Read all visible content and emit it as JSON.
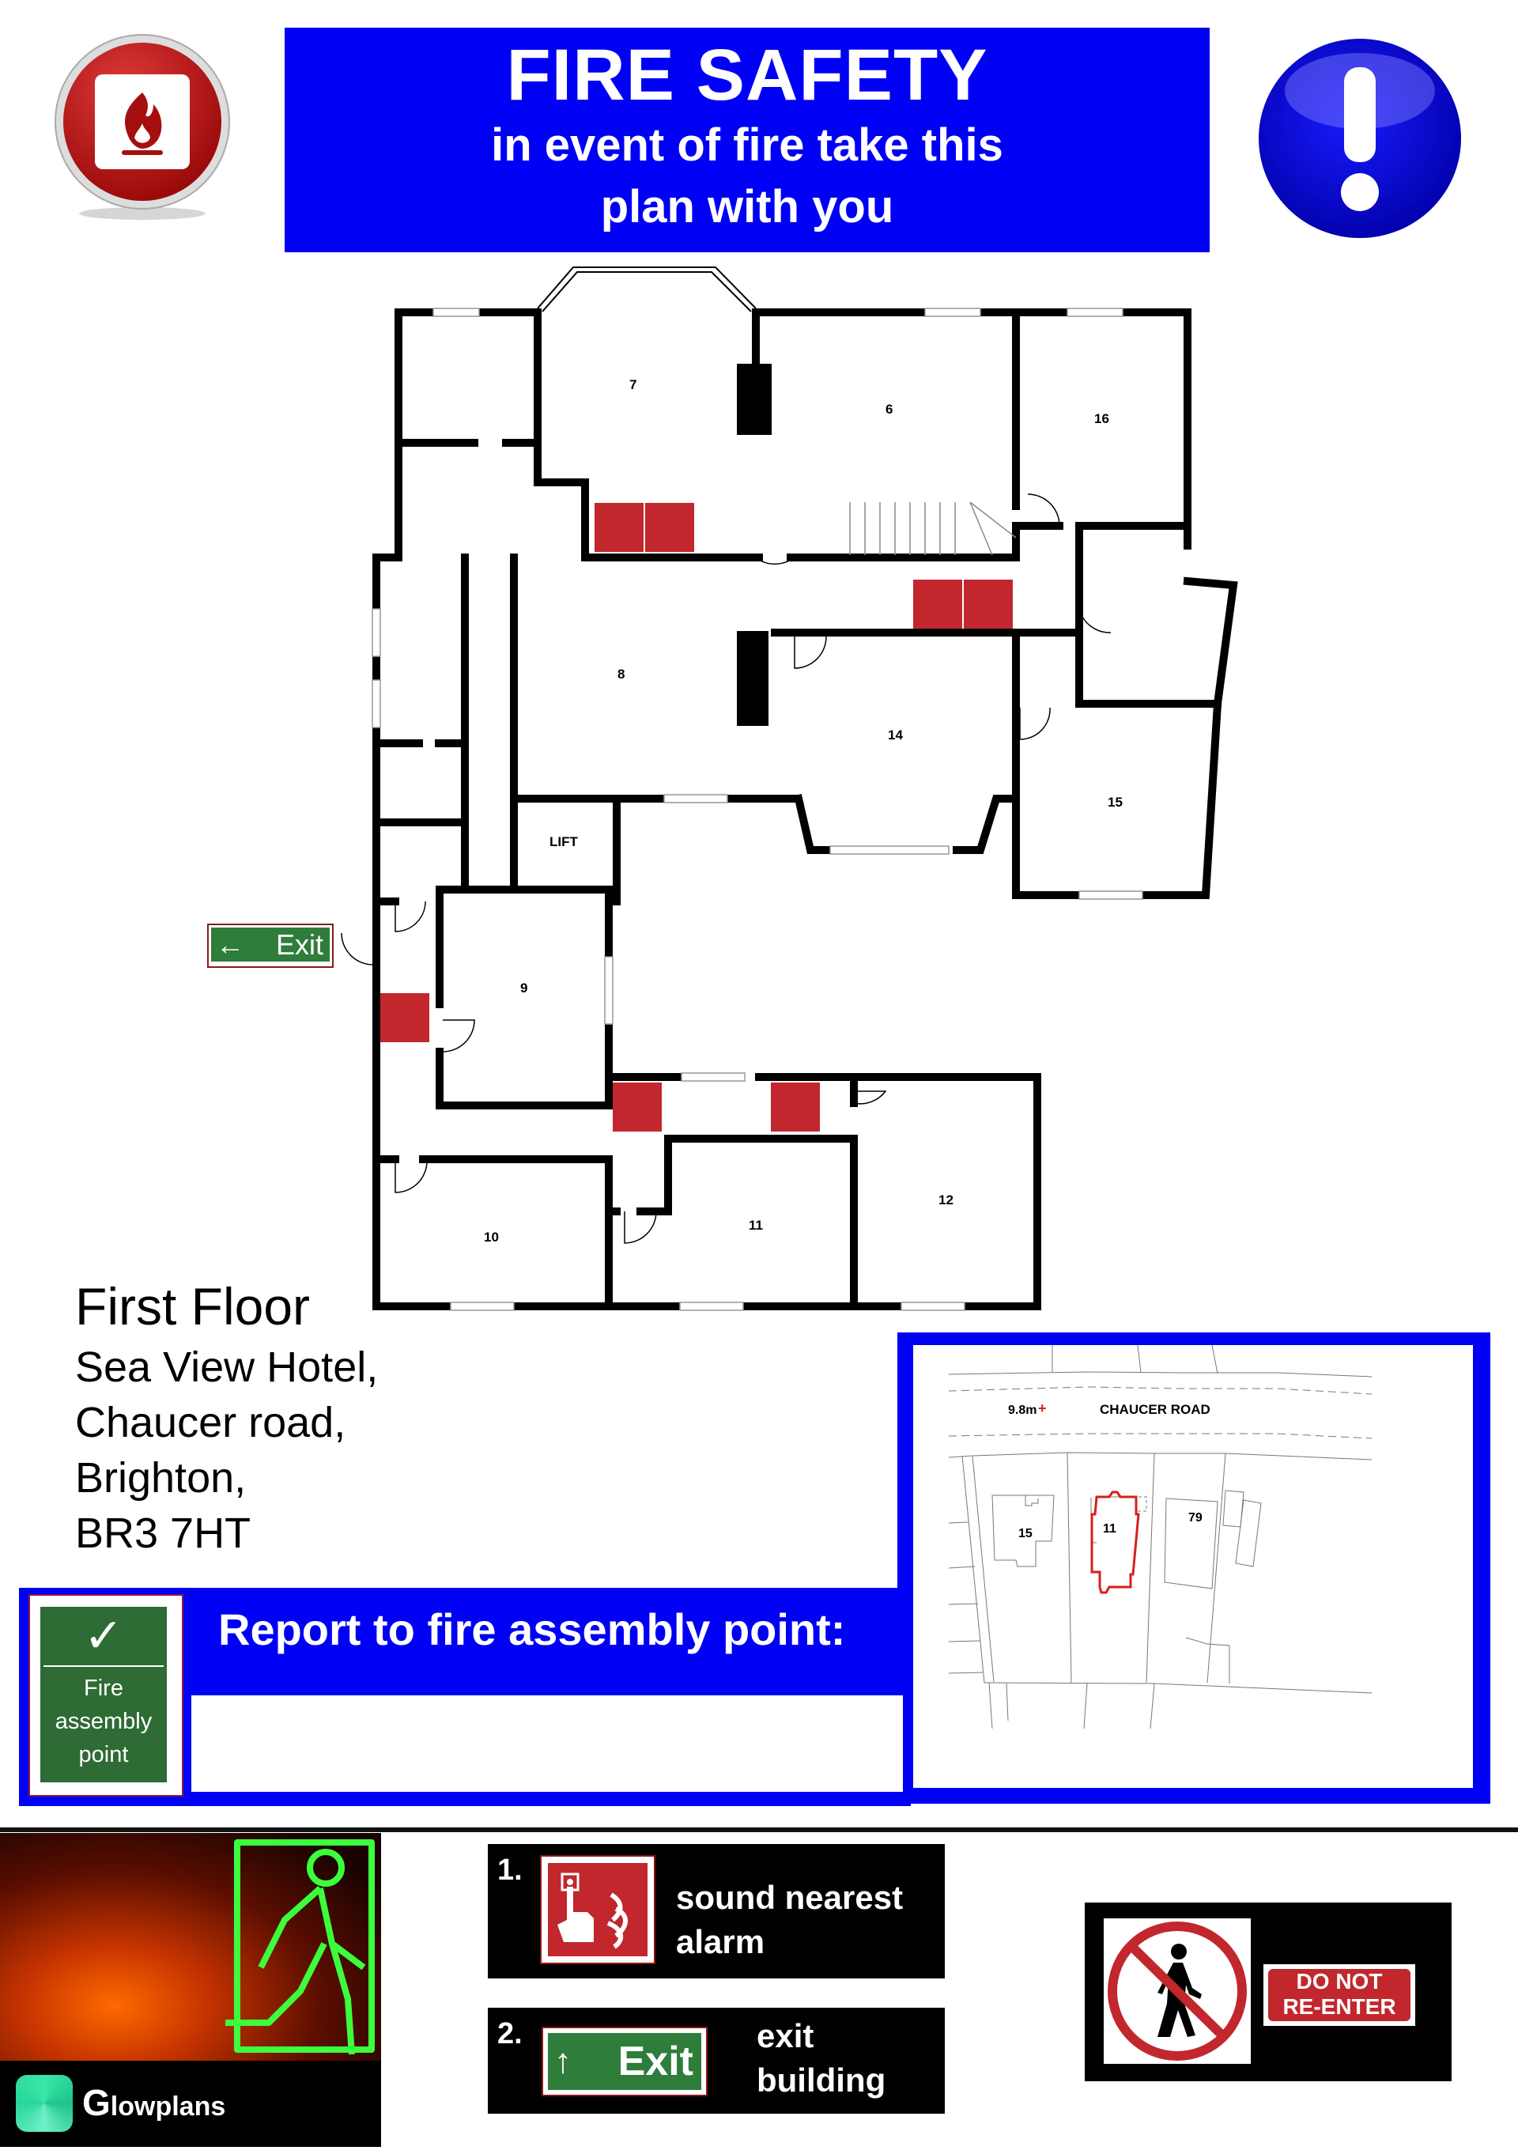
{
  "header": {
    "title": "FIRE SAFETY",
    "subtitle_line1": "in event of fire take this",
    "subtitle_line2": "plan with you",
    "background_color": "#0000f5"
  },
  "icons": {
    "left": "fire-warning-icon",
    "right": "exclamation-icon"
  },
  "floorplan": {
    "rooms": [
      {
        "label": "7"
      },
      {
        "label": "6"
      },
      {
        "label": "16"
      },
      {
        "label": "8"
      },
      {
        "label": "14"
      },
      {
        "label": "15"
      },
      {
        "label": "LIFT"
      },
      {
        "label": "9"
      },
      {
        "label": "10"
      },
      {
        "label": "11"
      },
      {
        "label": "12"
      }
    ],
    "exit_sign": {
      "label": "Exit",
      "color": "#2e7d3a"
    },
    "safety_sign_color": "#c1272d"
  },
  "address": {
    "floor": "First Floor",
    "lines": [
      "Sea View Hotel,",
      "Chaucer road,",
      "Brighton,",
      "BR3 7HT"
    ]
  },
  "assembly": {
    "sign_lines": [
      "Fire",
      "assembly",
      "point"
    ],
    "tick": "✓",
    "title": "Report to fire assembly point:",
    "value": ""
  },
  "location_map": {
    "road_name": "CHAUCER ROAD",
    "elevation": "9.8m",
    "plots": [
      {
        "label": "15"
      },
      {
        "label": "11",
        "highlighted": true
      },
      {
        "label": "79"
      }
    ],
    "highlight_color": "#d81e1e"
  },
  "instructions": {
    "step1": {
      "number": "1.",
      "line1": "sound nearest",
      "line2": "alarm"
    },
    "step2": {
      "number": "2.",
      "sign_label": "Exit",
      "line1": "exit",
      "line2": "building"
    },
    "no_reentry": {
      "line1": "DO NOT",
      "line2": "RE-ENTER"
    }
  },
  "brand": {
    "initial": "G",
    "rest": "lowplans"
  }
}
